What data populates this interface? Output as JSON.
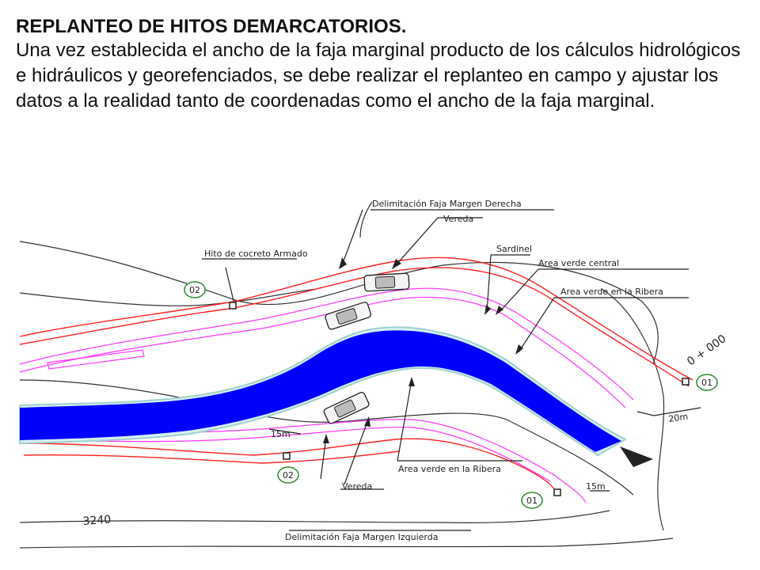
{
  "header": {
    "title": "REPLANTEO DE HITOS DEMARCATORIOS.",
    "paragraph": "Una vez establecida el ancho de la faja marginal producto de los cálculos hidrológicos e hidráulicos y georefenciados, se debe realizar el replanteo en campo y ajustar los datos a la realidad tanto de coordenadas como el ancho de la faja marginal."
  },
  "plan": {
    "labels": {
      "delim_derecha": "Delimitación Faja Margen Derecha",
      "vereda_top": "Vereda",
      "sardinel": "Sardinel",
      "hito": "Hito de cocreto Armado",
      "area_central": "Area verde central",
      "area_ribera_top": "Area verde en la Ribera",
      "chainage": "0 + 000",
      "width_20": "20m",
      "width_15_left": "15m",
      "width_15_right": "15m",
      "area_ribera_bottom": "Area verde en la Ribera",
      "vereda_bottom": "Vereda",
      "delim_izquierda": "Delimitación Faja Margen Izquierda",
      "contour": "3240"
    },
    "markers": {
      "m02_top": "02",
      "m01_right": "01",
      "m02_bottom": "02",
      "m01_bottom": "01"
    },
    "colors": {
      "river": "#0000ff",
      "boundary": "#ff2020",
      "sidewalk": "#ff33ff",
      "marker": "#2a8a2a",
      "contour": "#333333"
    }
  }
}
